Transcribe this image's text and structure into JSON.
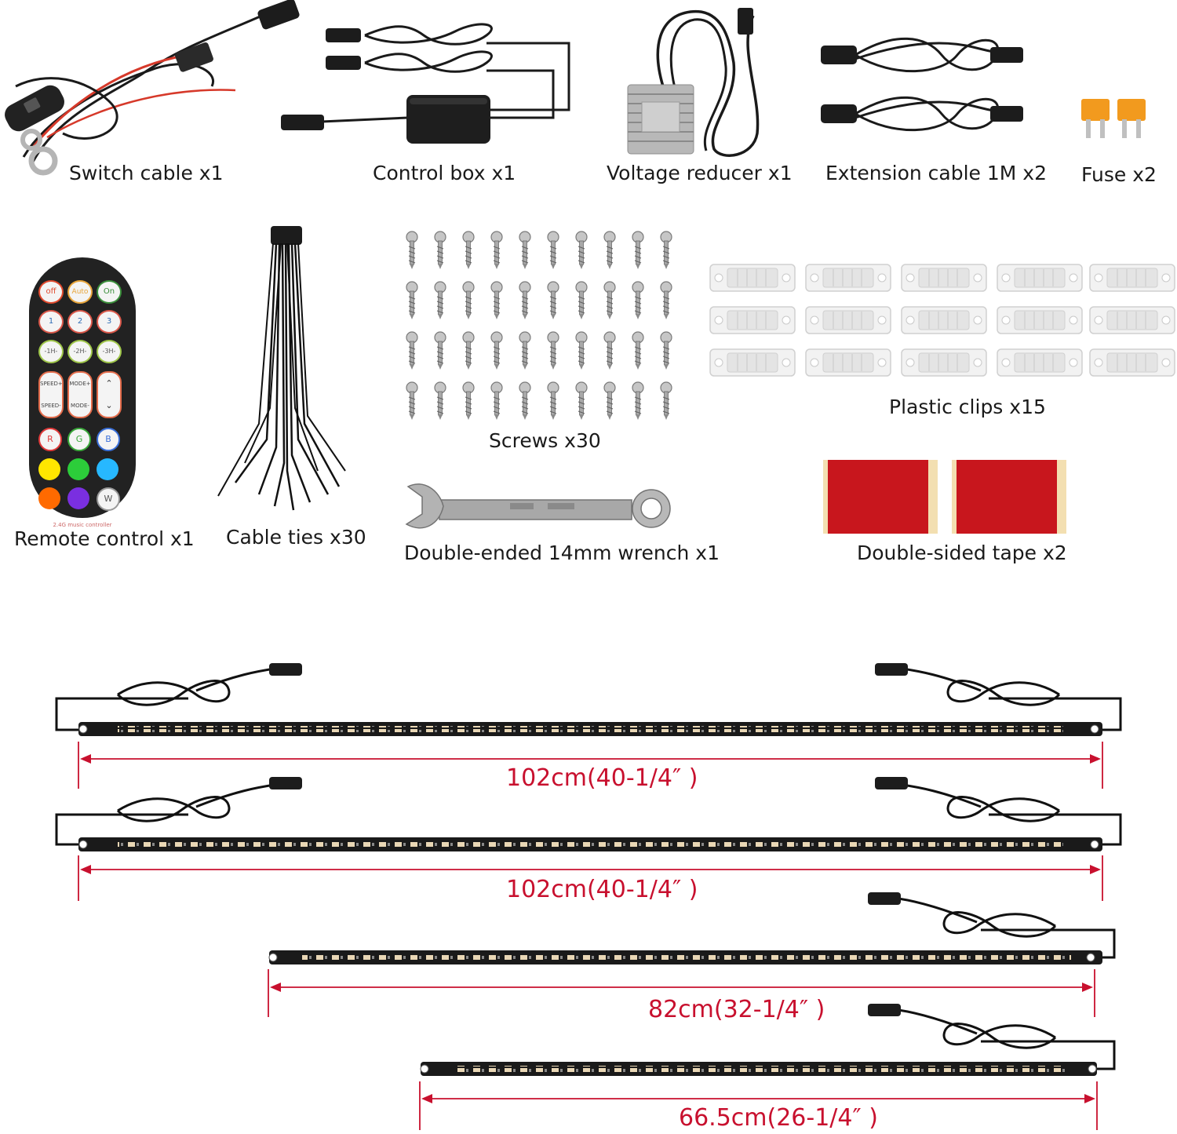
{
  "items": {
    "switch_cable": "Switch cable x1",
    "control_box": "Control box x1",
    "voltage_reducer": "Voltage reducer x1",
    "extension_cable": "Extension cable 1M x2",
    "fuse": "Fuse x2",
    "remote_control": "Remote control x1",
    "cable_ties": "Cable ties x30",
    "screws": "Screws x30",
    "plastic_clips": "Plastic clips x15",
    "wrench": "Double-ended 14mm wrench x1",
    "tape": "Double-sided tape x2"
  },
  "remote": {
    "buttons": [
      "off",
      "Auto",
      "On",
      "1",
      "2",
      "3",
      "-1H-",
      "-2H-",
      "-3H-",
      "SPEED+",
      "MODE+",
      "",
      "SPEED-",
      "MODE-",
      "",
      "R",
      "G",
      "B",
      "",
      "",
      "",
      "",
      "",
      "W"
    ],
    "brand_text": "2.4G music controller"
  },
  "strips": [
    {
      "label": "102cm(40-1/4″ )"
    },
    {
      "label": "102cm(40-1/4″ )"
    },
    {
      "label": "82cm(32-1/4″ )"
    },
    {
      "label": "66.5cm(26-1/4″ )"
    }
  ],
  "colors": {
    "dimension_red": "#c8102e",
    "tape_red": "#c8161d",
    "tape_backing": "#f3dfb1",
    "fuse_orange": "#f29a1e",
    "remote_body": "#222222"
  }
}
